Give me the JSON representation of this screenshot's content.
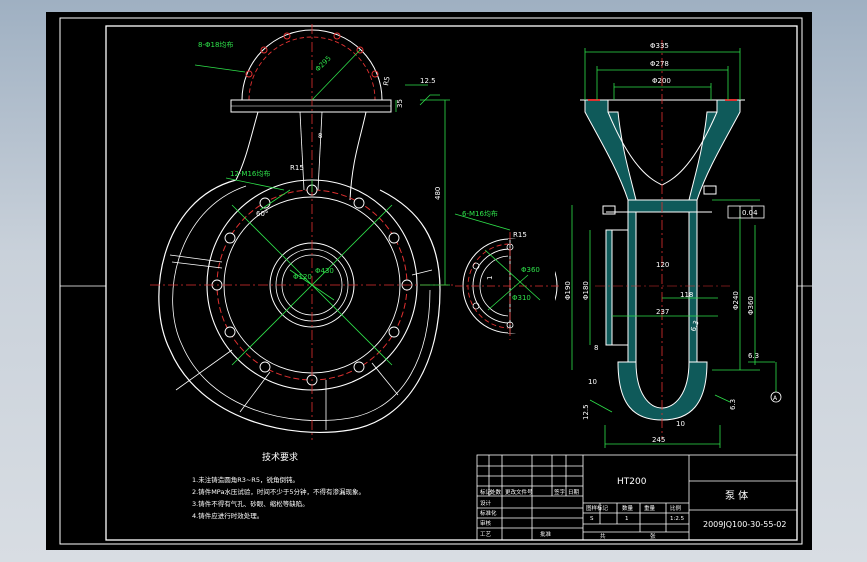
{
  "drawing": {
    "dims": {
      "d335": "Φ335",
      "d278": "Φ278",
      "d200": "Φ200",
      "d295": "Φ295",
      "r5": "R5",
      "d_12_5": "12.5",
      "d_35": "35",
      "d_8": "8",
      "d_480": "480",
      "r15": "R15",
      "a60": "60°",
      "d430": "Φ430",
      "d120": "Φ120",
      "d_120": "120",
      "d_118": "118",
      "d_237": "237",
      "d_6_3a": "6.3",
      "d_6_3b": "6.3",
      "d_6_3c": "6.3",
      "d_10a": "10",
      "d_10b": "10",
      "d_8b": "8",
      "d_245": "245",
      "d_12_5b": "12.5",
      "d180": "Φ180",
      "d190": "Φ190",
      "d240": "Φ240",
      "d310": "Φ310",
      "d360": "Φ360",
      "r15b": "R15",
      "d_1": "1",
      "tol": "0.04",
      "datum": "A"
    },
    "holes_top": "8-Φ18均布",
    "holes_main": "12-M16均布",
    "holes_side": "6-M16均布",
    "notes": {
      "title": "技术要求",
      "items": [
        "1.未注铸造圆角R3~R5，锐角倒钝。",
        "2.铸件MPa水压试验，时间不少于5分钟，不得有渗漏现象。",
        "3.铸件不得有气孔、砂眼、缩松等缺陷。",
        "4.铸件应进行时效处理。"
      ]
    },
    "title_block": {
      "material": "HT200",
      "part_name": "泵 体",
      "drawing_no": "2009JQ100-30-55-02",
      "scale": "1:2.5",
      "sheet_a": "共",
      "sheet_b": "张",
      "stage_label": "图样标记",
      "weight_label": "重量",
      "scale_label": "比例",
      "count_label": "数量",
      "design": "设计",
      "check": "审核",
      "process": "工艺",
      "std": "标准化",
      "mark": "标记",
      "qty": "处数",
      "change": "更改文件号",
      "sign": "签字",
      "date": "日期",
      "approve": "批准",
      "mark_s": "S",
      "mark_1": "1"
    }
  }
}
